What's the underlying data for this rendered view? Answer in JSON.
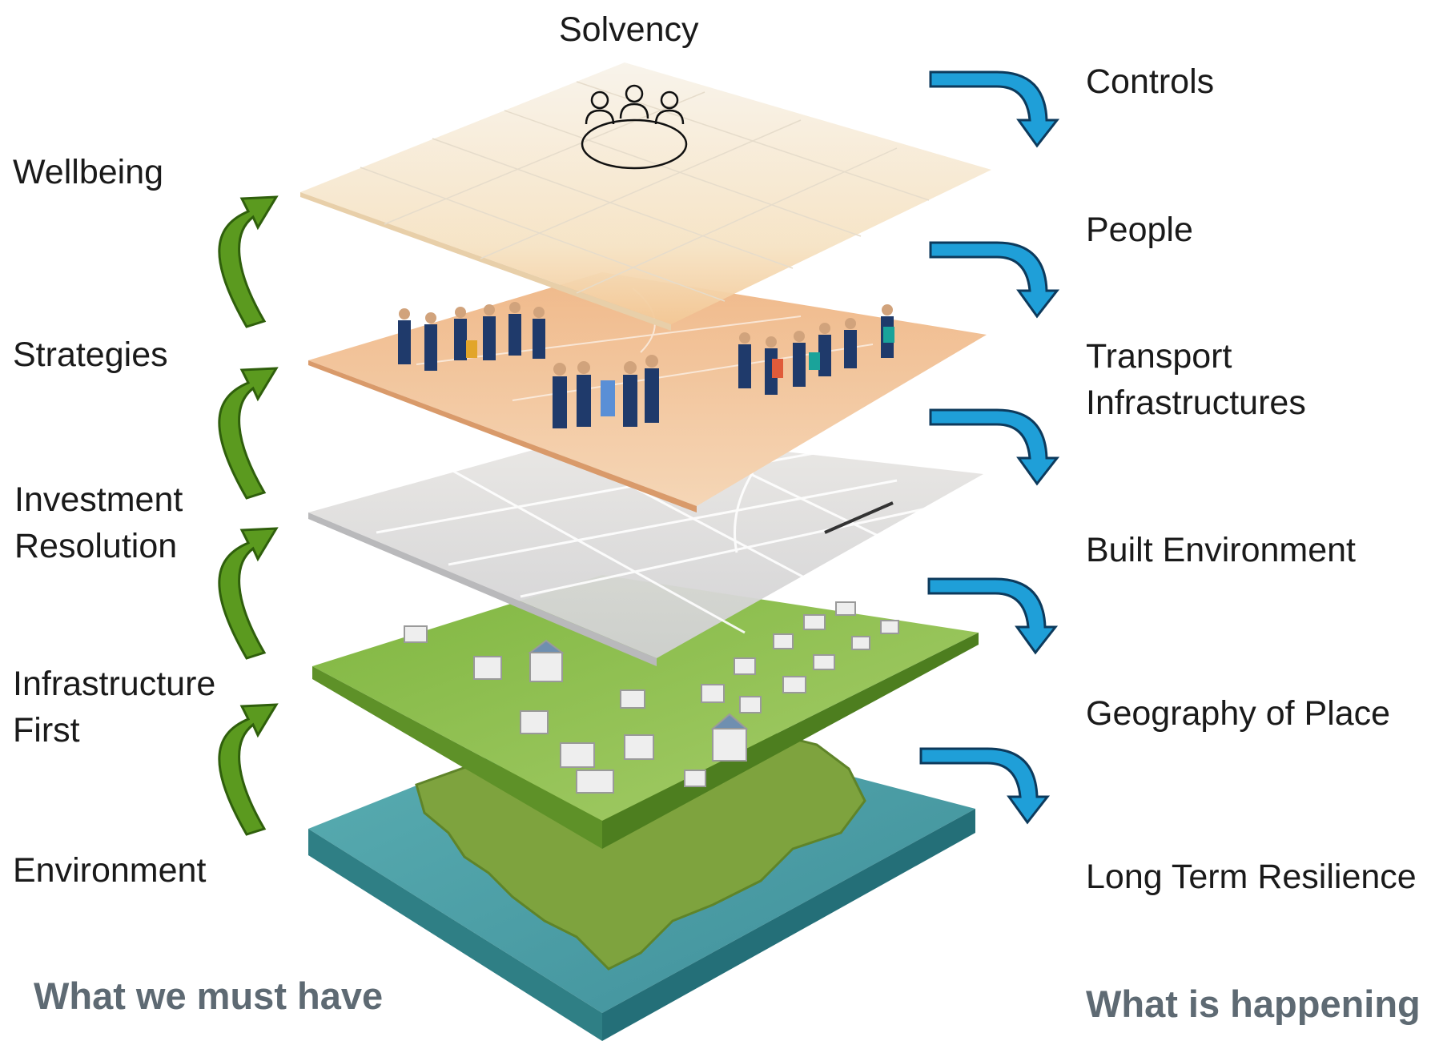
{
  "title": "Solvency",
  "left_labels": {
    "wellbeing": "Wellbeing",
    "strategies": "Strategies",
    "investment": [
      "Investment",
      "Resolution"
    ],
    "infrastructure": [
      "Infrastructure",
      "First"
    ],
    "environment": "Environment"
  },
  "right_labels": {
    "controls": "Controls",
    "people": "People",
    "transport": [
      "Transport",
      "Infrastructures"
    ],
    "built": "Built Environment",
    "geography": "Geography of Place",
    "resilience": "Long Term Resilience"
  },
  "footers": {
    "left": "What we must have",
    "right": "What is happening"
  },
  "layers": [
    {
      "name": "governance",
      "icon": "meeting-table-icon"
    },
    {
      "name": "people",
      "icon": "crowd-icon"
    },
    {
      "name": "transport",
      "icon": "road-grid-icon"
    },
    {
      "name": "built-environment",
      "icon": "houses-icon"
    },
    {
      "name": "geography",
      "icon": "terrain-icon"
    }
  ],
  "colors": {
    "up_arrow": "#5b9a1f",
    "up_arrow_outline": "#2f5f0c",
    "down_arrow": "#1f9fd8",
    "down_arrow_outline": "#0d3a5c",
    "sea": "#4fa3a8",
    "land": "#7ea33e",
    "grass": "#8dbf4e"
  }
}
